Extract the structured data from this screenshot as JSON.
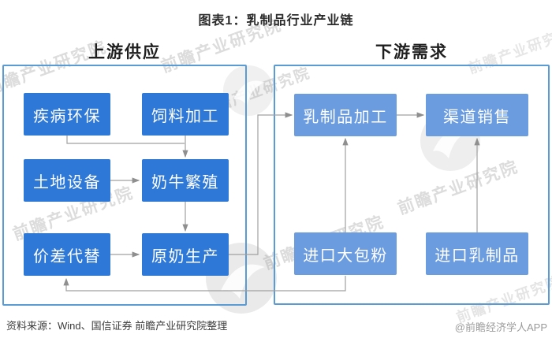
{
  "title": "图表1：乳制品行业产业链",
  "sections": {
    "upstream": {
      "title": "上游供应",
      "nodes": [
        "疾病环保",
        "饲料加工",
        "土地设备",
        "奶牛繁殖",
        "价差代替",
        "原奶生产"
      ]
    },
    "downstream": {
      "title": "下游需求",
      "nodes": [
        "乳制品加工",
        "渠道销售",
        "进口大包粉",
        "进口乳制品"
      ]
    }
  },
  "footer": {
    "source": "资料来源：Wind、国信证券 前瞻产业研究院整理",
    "credit": "@前瞻经济学人APP"
  },
  "watermark": {
    "text": "前瞻产业研究院"
  },
  "colors": {
    "upstream_node": "#2e78d8",
    "downstream_node": "#6b9ce0",
    "container_border": "#5b9bd5",
    "arrow": "#9e9e9e"
  }
}
